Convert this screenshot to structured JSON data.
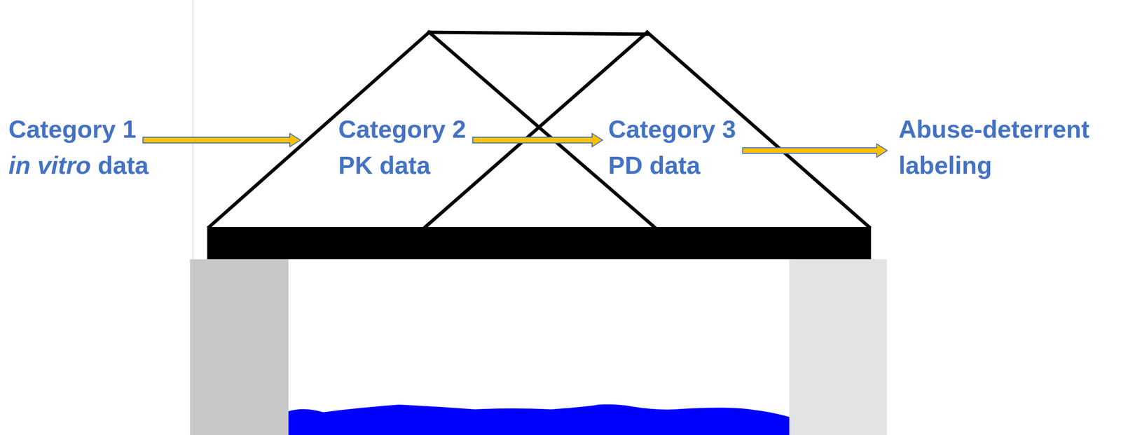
{
  "diagram": {
    "nodes": [
      {
        "text": [
          "Category 1",
          "in vitro data"
        ]
      },
      {
        "text": [
          "Category 2",
          "PK data"
        ]
      },
      {
        "text": [
          "Category 3",
          "PD data"
        ]
      },
      {
        "text": [
          "Abuse-deterrent labeling"
        ]
      }
    ],
    "edges": [
      {
        "from": 0,
        "to": 1,
        "arrow": "to"
      },
      {
        "from": 1,
        "to": 2,
        "arrow": "to"
      },
      {
        "from": 2,
        "to": 3,
        "arrow": "to"
      }
    ]
  }
}
